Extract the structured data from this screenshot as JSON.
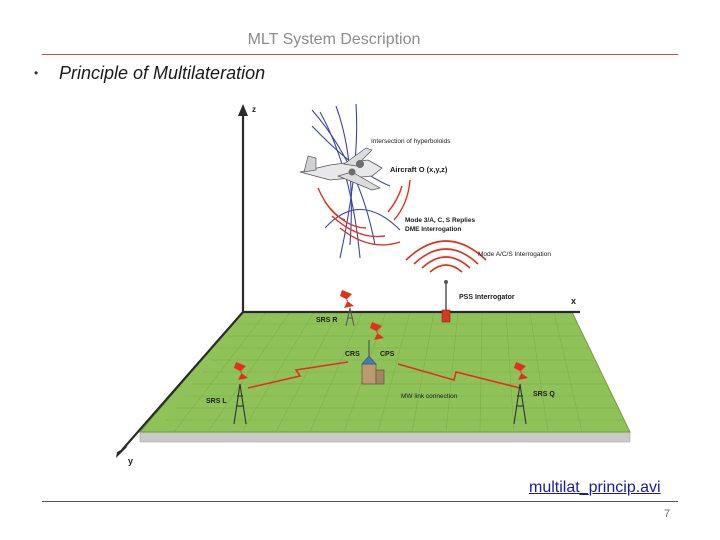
{
  "slide": {
    "title": "MLT System Description",
    "bullet": "•",
    "subtitle": "Principle of Multilateration",
    "link_text": "multilat_princip.avi",
    "page_number": "7"
  },
  "diagram": {
    "axes": {
      "z": "z",
      "x": "x",
      "y": "y"
    },
    "labels": {
      "intersection": "Intersection of hyperboloids",
      "aircraft": "Aircraft O (x,y,z)",
      "replies_line1": "Mode 3/A, C, S Replies",
      "replies_line2": "DME Interrogation",
      "interrogation": "Mode A/C/S Interrogation",
      "pss": "PSS Interrogator",
      "srs_r": "SRS R",
      "crs": "CRS",
      "cps": "CPS",
      "srs_l": "SRS L",
      "srs_q": "SRS Q",
      "mw_link": "MW link connection"
    },
    "colors": {
      "ground_top": "#8fc35a",
      "ground_side": "#c9c9c9",
      "axis": "#2a2a2a",
      "signal_red": "#e0301e",
      "hyperbola": "#3c46a0"
    }
  }
}
